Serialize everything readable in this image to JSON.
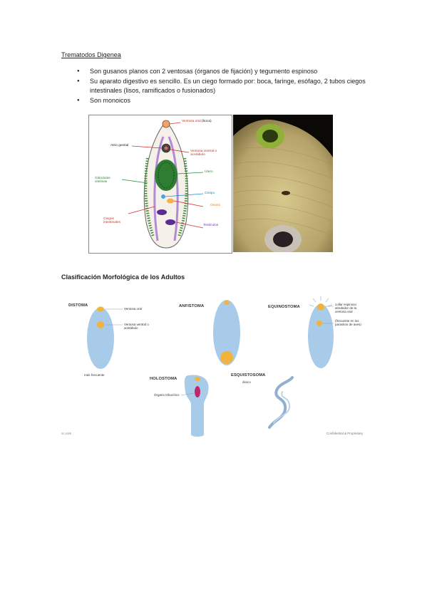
{
  "section1": {
    "heading": "Trematodos Digenea",
    "bullets": [
      "Son gusanos planos con 2 ventosas (órganos de fijación) y tegumento espinoso",
      "Su aparato digestivo es sencillo. Es un ciego formado por: boca, faringe, esófago, 2 tubos ciegos intestinales (lisos, ramificados o fusionados)",
      "Son monoicos"
    ]
  },
  "anatomy": {
    "labels": {
      "oral": "Ventosa oral",
      "oral_paren": "(boca)",
      "atrio": "Atrio genital",
      "ventral": "Ventosa ventral o acetábulo",
      "glandulas": "Glándulas vitelinas",
      "utero": "Útero",
      "ootipo": "Ootipo",
      "ovario": "Ovario",
      "ciegos": "Ciegos intestinales",
      "testiculos": "Testículos"
    }
  },
  "section2": {
    "heading": "Clasificación Morfológica de los Adultos"
  },
  "classification": {
    "distoma": {
      "title": "DISTOMA",
      "oral": "Ventosa oral",
      "ventral": "Ventosa ventral o acetábulo",
      "note": "más frecuente"
    },
    "anfistoma": {
      "title": "ANFISTOMA"
    },
    "equinostoma": {
      "title": "EQUINOSTOMA",
      "collar": "collar espinoso alrededor de la ventosa oral",
      "note": "(frecuente en los parasitos de aves)"
    },
    "holostoma": {
      "title": "HOLOSTOMA",
      "organ": "Órgano tribocítico"
    },
    "esquistosoma": {
      "title": "ESQUISTOSOMA",
      "note": "dioico"
    },
    "footer_left": "cc.com",
    "footer_right": "Confidential & Proprietary"
  }
}
